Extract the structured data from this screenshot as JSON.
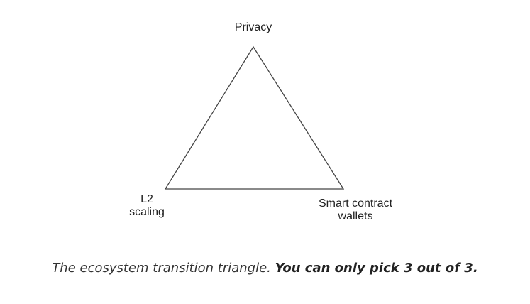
{
  "diagram": {
    "vertices": {
      "top": {
        "lines": [
          "Privacy"
        ]
      },
      "left": {
        "lines": [
          "L2",
          "scaling"
        ]
      },
      "right": {
        "lines": [
          "Smart contract",
          "wallets"
        ]
      }
    },
    "stroke_color": "#444444"
  },
  "caption": {
    "italic_text": "The ecosystem transition triangle.",
    "bold_text": "You can only pick 3 out of 3."
  }
}
